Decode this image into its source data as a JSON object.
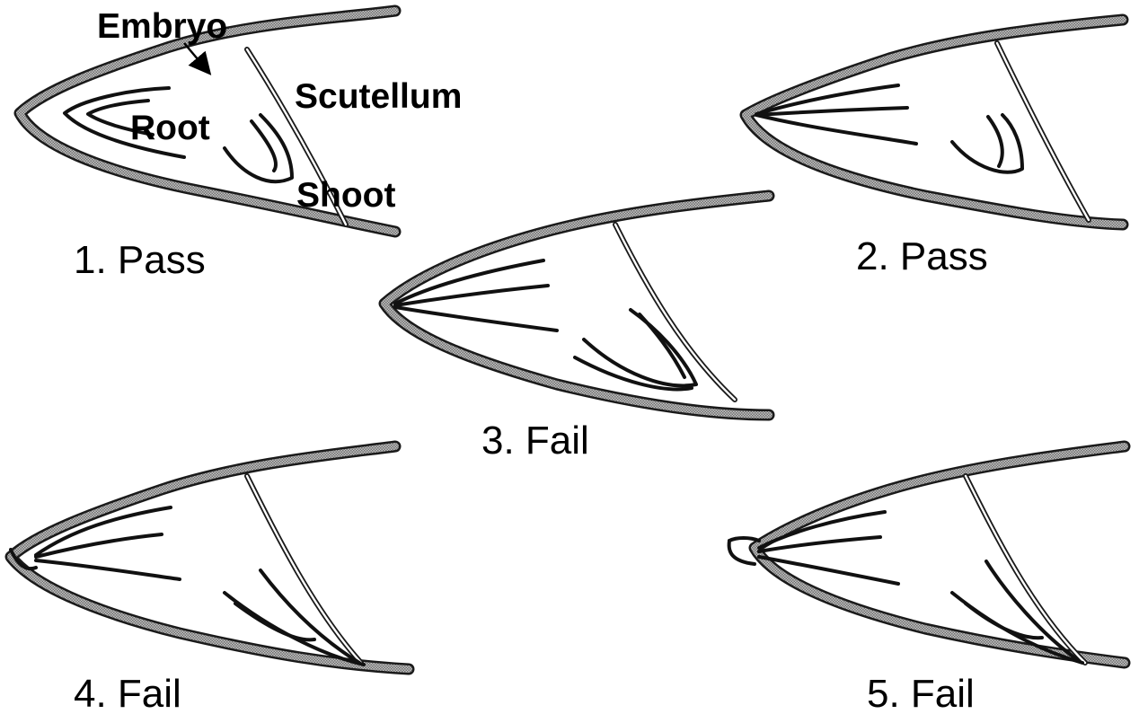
{
  "labels": {
    "embryo": "Embryo",
    "scutellum": "Scutellum",
    "root": "Root",
    "shoot": "Shoot"
  },
  "panels": [
    {
      "number": "1",
      "caption": "1. Pass",
      "result": "Pass"
    },
    {
      "number": "2",
      "caption": "2. Pass",
      "result": "Pass"
    },
    {
      "number": "3",
      "caption": "3. Fail",
      "result": "Fail"
    },
    {
      "number": "4",
      "caption": "4. Fail",
      "result": "Fail"
    },
    {
      "number": "5",
      "caption": "5. Fail",
      "result": "Fail"
    }
  ],
  "colors": {
    "outline": "#1a1a1a",
    "hatch": "#8c8c8c",
    "background": "#ffffff"
  }
}
